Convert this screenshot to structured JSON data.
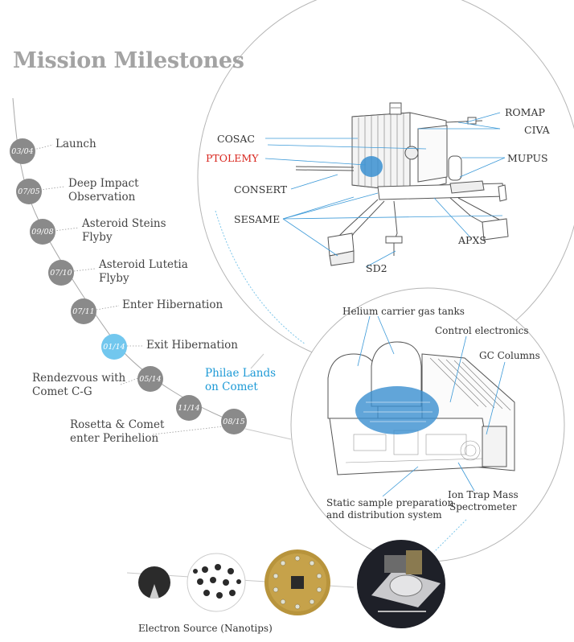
{
  "title": "Mission Milestones",
  "milestones": [
    {
      "date": "03/04",
      "label": "Launch",
      "highlight": false
    },
    {
      "date": "07/05",
      "label": "Deep Impact\nObservation",
      "highlight": false
    },
    {
      "date": "09/08",
      "label": "Asteroid Steins\nFlyby",
      "highlight": false
    },
    {
      "date": "07/10",
      "label": "Asteroid Lutetia\nFlyby",
      "highlight": false
    },
    {
      "date": "07/11",
      "label": "Enter Hibernation",
      "highlight": false
    },
    {
      "date": "01/14",
      "label": "Exit Hibernation",
      "highlight": true
    },
    {
      "date": "05/14",
      "label": "Rendezvous with\nComet C-G",
      "highlight": false
    },
    {
      "date": "11/14",
      "label": "",
      "highlight": false
    },
    {
      "date": "08/15",
      "label": "Rosetta & Comet\nenter Perihelion",
      "highlight": false
    }
  ],
  "philae_event": "Philae Lands\non Comet",
  "lander_parts": {
    "cosac": "COSAC",
    "ptolemy": "PTOLEMY",
    "consert": "CONSERT",
    "sesame": "SESAME",
    "sd2": "SD2",
    "romap": "ROMAP",
    "civa": "CIVA",
    "mupus": "MUPUS",
    "apxs": "APXS"
  },
  "ptolemy_components": {
    "helium": "Helium carrier gas tanks",
    "control": "Control electronics",
    "gc": "GC Columns",
    "static": "Static sample preparation\nand distribution system",
    "iontrap": "Ion Trap Mass\nSpectrometer"
  },
  "caption": "Electron Source (Nanotips)",
  "colors": {
    "milestone_gray": "#8a8a8a",
    "highlight_blue": "#72c7ee",
    "philae_blue": "#1d9ad6",
    "ptolemy_red": "#d8261e"
  }
}
